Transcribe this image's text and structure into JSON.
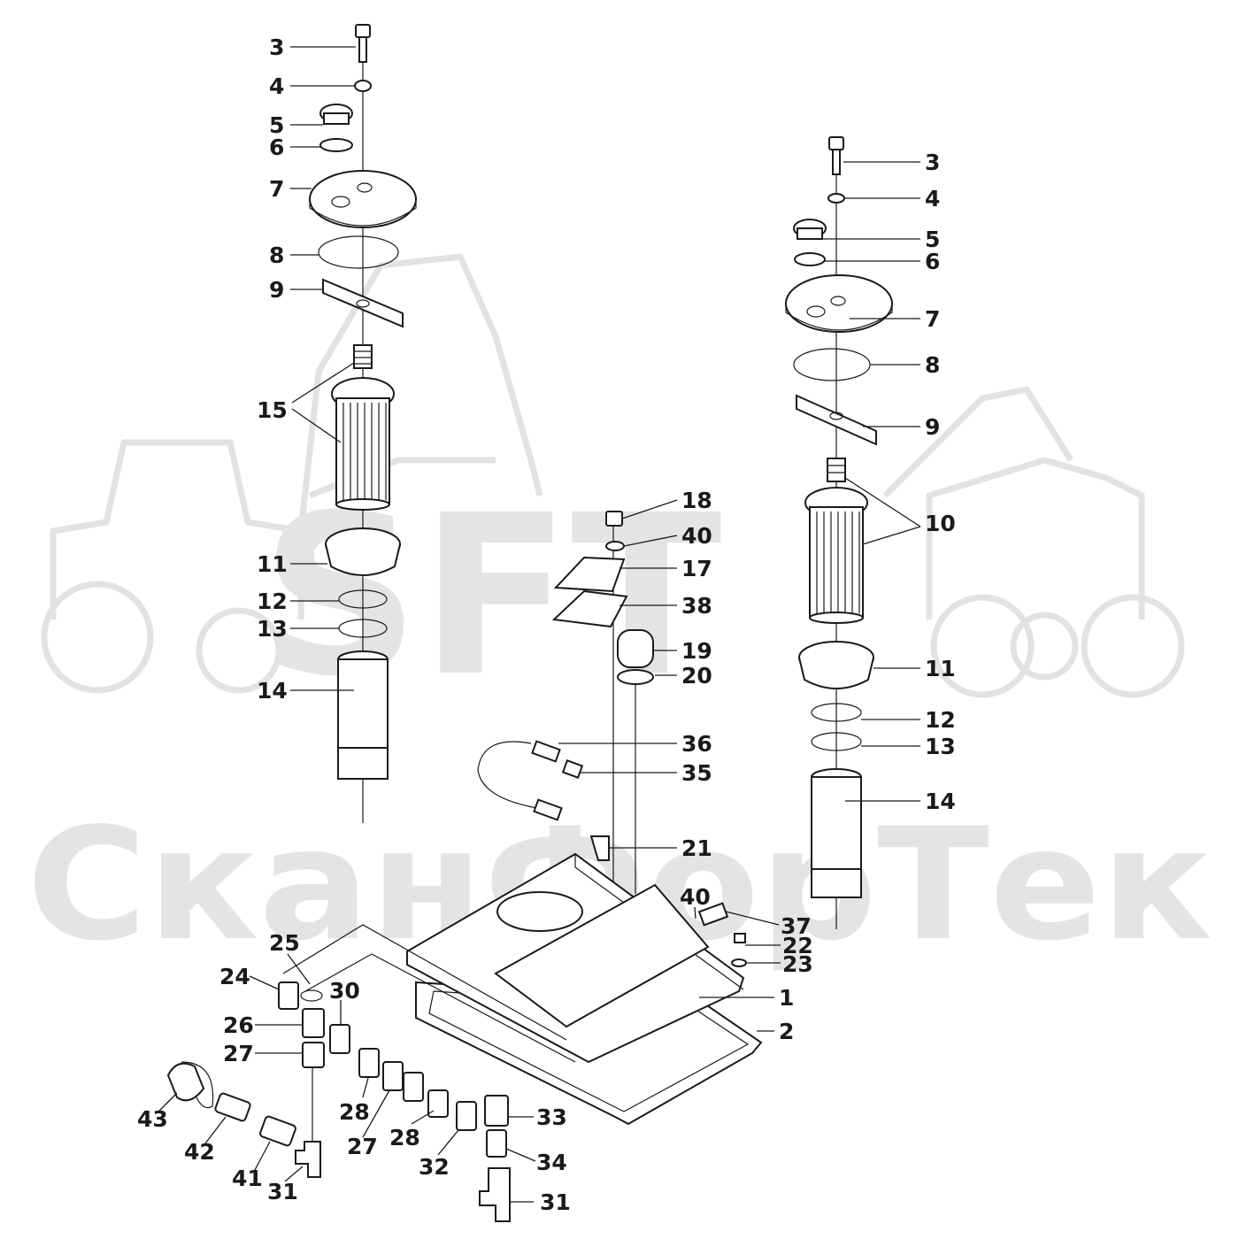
{
  "colors": {
    "line": "#1a1a1a",
    "watermark": "#e4e4e4",
    "background": "#ffffff"
  },
  "watermark": {
    "logo": "SFT",
    "company": "СканФорТек"
  },
  "callouts": [
    {
      "label": "3"
    },
    {
      "label": "4"
    },
    {
      "label": "5"
    },
    {
      "label": "6"
    },
    {
      "label": "7"
    },
    {
      "label": "8"
    },
    {
      "label": "9"
    },
    {
      "label": "15"
    },
    {
      "label": "11"
    },
    {
      "label": "12"
    },
    {
      "label": "13"
    },
    {
      "label": "14"
    },
    {
      "label": "3"
    },
    {
      "label": "4"
    },
    {
      "label": "5"
    },
    {
      "label": "6"
    },
    {
      "label": "7"
    },
    {
      "label": "8"
    },
    {
      "label": "9"
    },
    {
      "label": "10"
    },
    {
      "label": "11"
    },
    {
      "label": "12"
    },
    {
      "label": "13"
    },
    {
      "label": "14"
    },
    {
      "label": "18"
    },
    {
      "label": "40"
    },
    {
      "label": "17"
    },
    {
      "label": "38"
    },
    {
      "label": "19"
    },
    {
      "label": "20"
    },
    {
      "label": "36"
    },
    {
      "label": "35"
    },
    {
      "label": "21"
    },
    {
      "label": "40"
    },
    {
      "label": "37"
    },
    {
      "label": "22"
    },
    {
      "label": "23"
    },
    {
      "label": "1"
    },
    {
      "label": "2"
    },
    {
      "label": "25"
    },
    {
      "label": "24"
    },
    {
      "label": "30"
    },
    {
      "label": "26"
    },
    {
      "label": "27"
    },
    {
      "label": "28"
    },
    {
      "label": "27"
    },
    {
      "label": "28"
    },
    {
      "label": "32"
    },
    {
      "label": "33"
    },
    {
      "label": "34"
    },
    {
      "label": "31"
    },
    {
      "label": "31"
    },
    {
      "label": "41"
    },
    {
      "label": "42"
    },
    {
      "label": "43"
    }
  ]
}
